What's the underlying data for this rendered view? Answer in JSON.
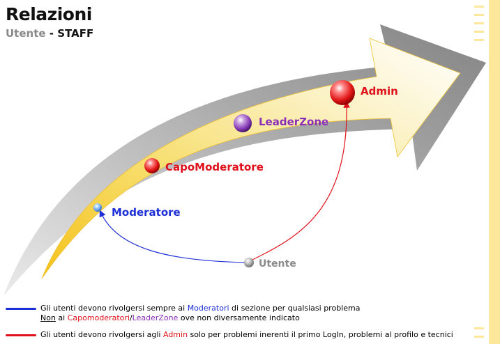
{
  "header": {
    "title": "Relazioni",
    "subtitle_user": "Utente",
    "subtitle_sep": " - ",
    "subtitle_staff": "STAFF"
  },
  "nodes": [
    {
      "id": "admin",
      "label": "Admin",
      "color": "#e0101a"
    },
    {
      "id": "leaderzone",
      "label": "LeaderZone",
      "color": "#8b2fb8"
    },
    {
      "id": "capomoderatore",
      "label": "CapoModeratore",
      "color": "#e0101a"
    },
    {
      "id": "moderatore",
      "label": "Moderatore",
      "color": "#1d2fd6"
    },
    {
      "id": "utente",
      "label": "Utente",
      "color": "#8a8a8a"
    }
  ],
  "legend": {
    "blue": {
      "color": "#1d2fd6",
      "line1_a": "Gli utenti devono rivolgersi sempre ai ",
      "line1_b": "Moderatori",
      "line1_c": " di sezione per qualsiasi problema",
      "line2_a": "Non",
      "line2_b": " ai ",
      "line2_c": "Capomoderatori",
      "line2_d": "/",
      "line2_e": "LeaderZone",
      "line2_f": " ove non diversamente indicato"
    },
    "red": {
      "color": "#e0101a",
      "line1_a": "Gli utenti devono rivolgersi agli ",
      "line1_b": "Admin",
      "line1_c": " solo per problemi inerenti il primo LogIn, problemi al profilo e tecnici"
    }
  }
}
